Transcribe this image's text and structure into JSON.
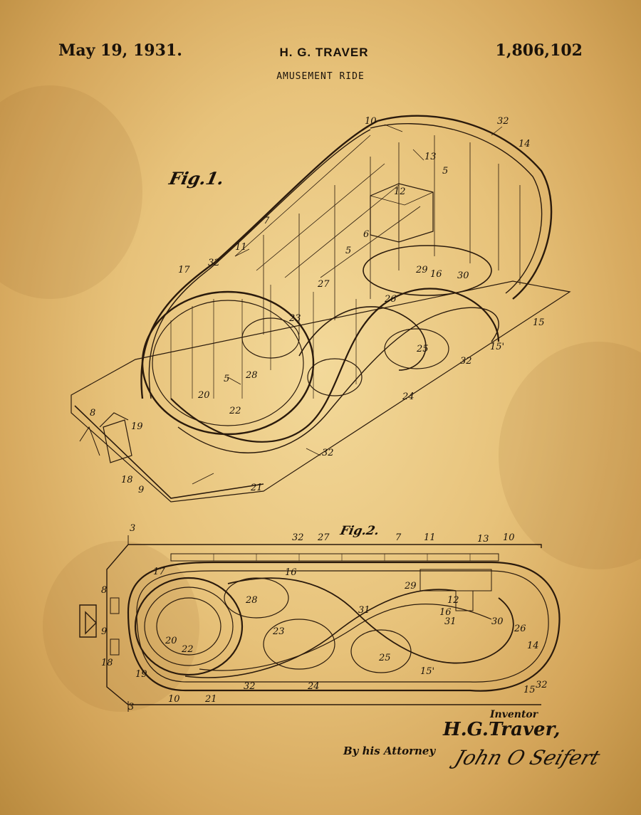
{
  "header": {
    "date": "May 19, 1931.",
    "inventor": "H. G. TRAVER",
    "patent_number": "1,806,102",
    "title": "AMUSEMENT RIDE"
  },
  "figures": {
    "fig1_label": "Fig.1.",
    "fig2_label": "Fig.2."
  },
  "fig1_refs": [
    "10",
    "32",
    "14",
    "13",
    "5",
    "12",
    "7",
    "6",
    "11",
    "5",
    "17",
    "32",
    "29",
    "16",
    "30",
    "27",
    "23",
    "26",
    "15",
    "15'",
    "25",
    "32",
    "5",
    "28",
    "24",
    "20",
    "22",
    "8",
    "32",
    "19",
    "21",
    "18",
    "9"
  ],
  "fig2_refs": [
    "3",
    "32",
    "27",
    "7",
    "11",
    "13",
    "10",
    "17",
    "16",
    "29",
    "8",
    "28",
    "12",
    "31",
    "16",
    "31",
    "30",
    "9",
    "23",
    "26",
    "20",
    "22",
    "25",
    "14",
    "18",
    "19",
    "15'",
    "24",
    "15",
    "32",
    "3",
    "10",
    "21",
    "32"
  ],
  "signature_block": {
    "inventor_label": "Inventor",
    "inventor_signature": "H.G.Traver,",
    "attorney_label": "By his Attorney",
    "attorney_signature": "John O Seifert"
  }
}
